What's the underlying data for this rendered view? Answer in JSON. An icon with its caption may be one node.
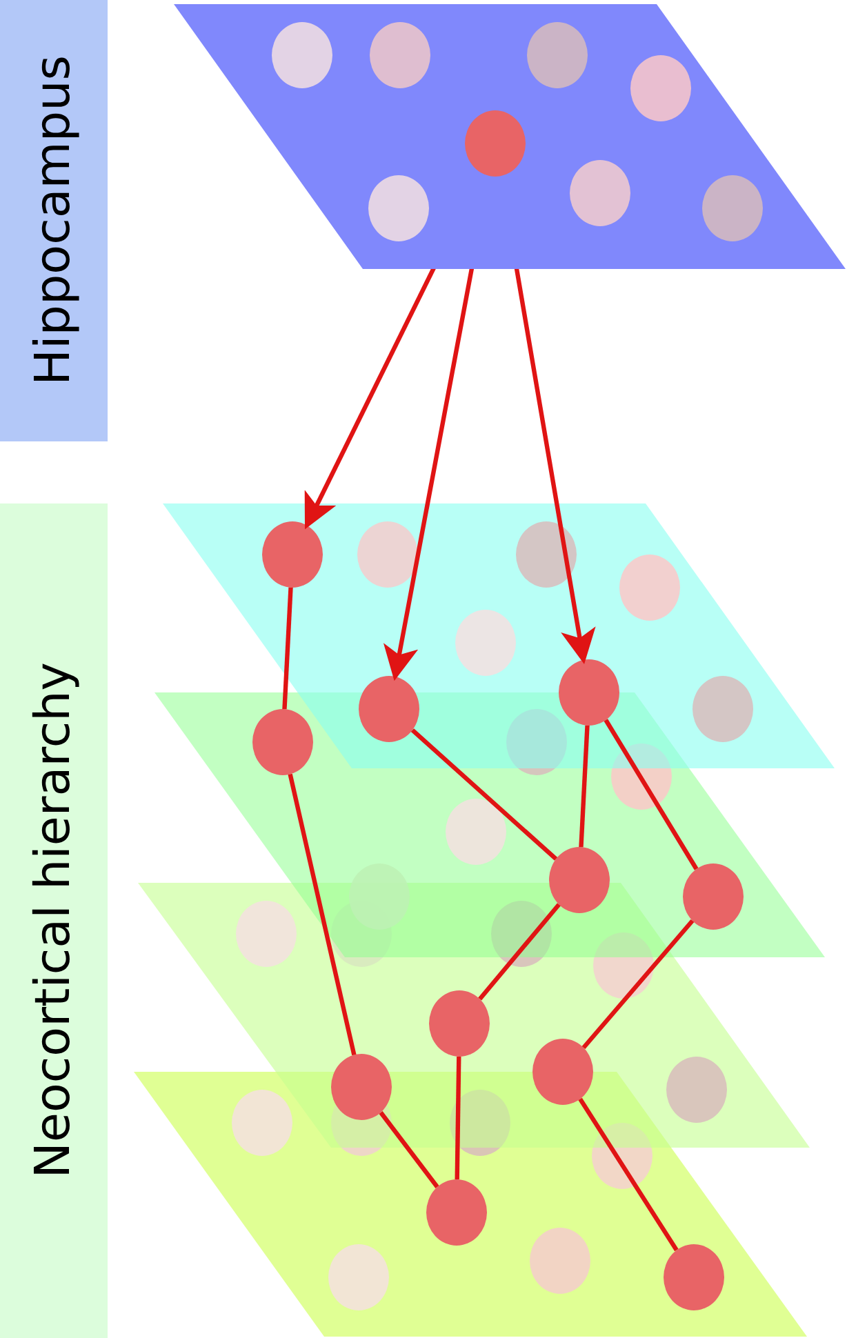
{
  "diagram": {
    "nodes": [
      {
        "text": [
          "Hippocampus"
        ]
      },
      {
        "text": [
          "Neocortical hierarchy"
        ]
      },
      {
        "text": [],
        "shape": "circle"
      },
      {
        "text": [],
        "shape": "circle"
      },
      {
        "text": [],
        "shape": "circle"
      },
      {
        "text": [],
        "shape": "circle"
      },
      {
        "text": [],
        "shape": "circle"
      },
      {
        "text": [],
        "shape": "circle"
      },
      {
        "text": [],
        "shape": "circle"
      },
      {
        "text": [],
        "shape": "circle"
      },
      {
        "text": [],
        "shape": "circle"
      },
      {
        "text": [],
        "shape": "circle"
      },
      {
        "text": [],
        "shape": "circle"
      },
      {
        "text": [],
        "shape": "circle"
      }
    ],
    "edges": [
      {
        "from": 2,
        "to": 3,
        "arrow": "to"
      },
      {
        "from": 2,
        "to": 4,
        "arrow": "to"
      },
      {
        "from": 2,
        "to": 5,
        "arrow": "to"
      },
      {
        "from": 3,
        "to": 6,
        "arrow": "none"
      },
      {
        "from": 4,
        "to": 7,
        "arrow": "none"
      },
      {
        "from": 5,
        "to": 7,
        "arrow": "none"
      },
      {
        "from": 5,
        "to": 8,
        "arrow": "none"
      },
      {
        "from": 6,
        "to": 11,
        "arrow": "none"
      },
      {
        "from": 7,
        "to": 9,
        "arrow": "none"
      },
      {
        "from": 8,
        "to": 10,
        "arrow": "none"
      },
      {
        "from": 9,
        "to": 12,
        "arrow": "none"
      },
      {
        "from": 11,
        "to": 12,
        "arrow": "none"
      },
      {
        "from": 10,
        "to": 13,
        "arrow": "none"
      }
    ]
  }
}
